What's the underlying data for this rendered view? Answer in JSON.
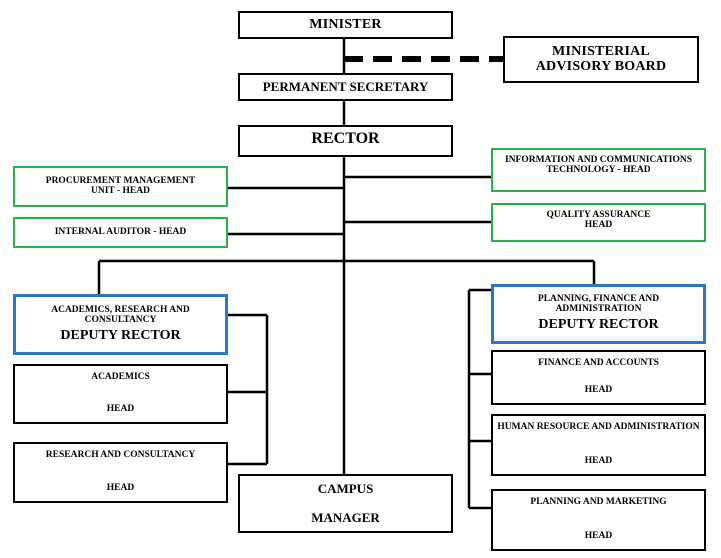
{
  "org": {
    "minister": "MINISTER",
    "advisory_board": "MINISTERIAL ADVISORY BOARD",
    "permanent_secretary": "PERMANENT SECRETARY",
    "rector": "RECTOR",
    "procurement": "PROCUREMENT MANAGEMENT UNIT - HEAD",
    "internal_auditor": "INTERNAL AUDITOR - HEAD",
    "ict": "INFORMATION AND COMMUNICATIONS TECHNOLOGY - HEAD",
    "quality_assurance": {
      "title": "QUALITY ASSURANCE",
      "head": "HEAD"
    },
    "deputy_academics": {
      "title": "ACADEMICS, RESEARCH AND CONSULTANCY",
      "role": "DEPUTY RECTOR"
    },
    "deputy_planning": {
      "title": "PLANNING, FINANCE AND ADMINISTRATION",
      "role": "DEPUTY RECTOR"
    },
    "academics": {
      "title": "ACADEMICS",
      "head": "HEAD"
    },
    "research": {
      "title": "RESEARCH AND CONSULTANCY",
      "head": "HEAD"
    },
    "campus": {
      "title": "CAMPUS",
      "role": "MANAGER"
    },
    "finance": {
      "title": "FINANCE AND ACCOUNTS",
      "head": "HEAD"
    },
    "hr": {
      "title": "HUMAN RESOURCE AND ADMINISTRATION",
      "head": "HEAD"
    },
    "planning_marketing": {
      "title": "PLANNING AND MARKETING",
      "head": "HEAD"
    }
  },
  "colors": {
    "line": "#000000",
    "green_border": "#2fae4e",
    "blue_border": "#2f78c0"
  }
}
